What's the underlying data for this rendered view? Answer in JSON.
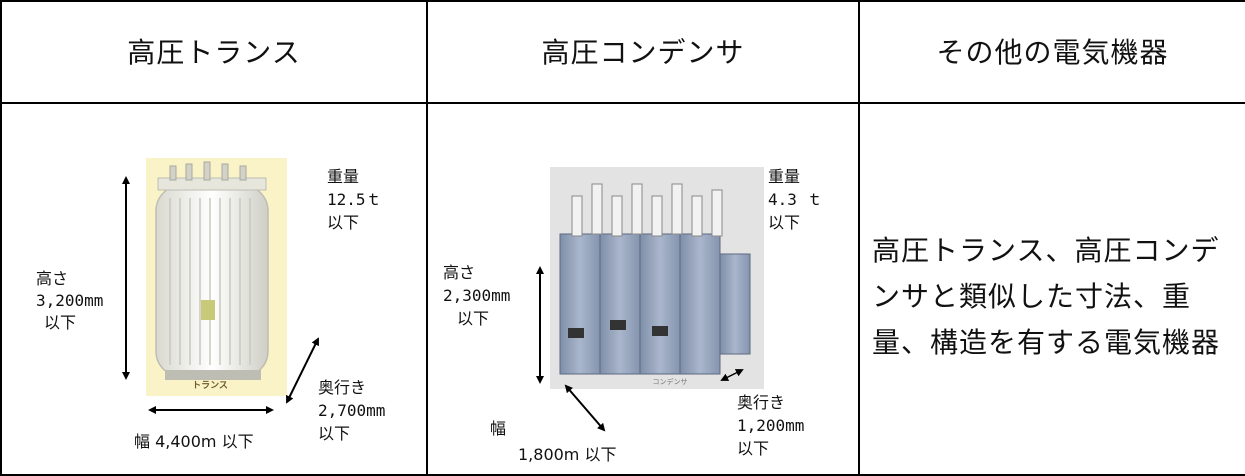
{
  "headers": {
    "transformer": "高圧トランス",
    "capacitor": "高圧コンデンサ",
    "other": "その他の電気機器"
  },
  "transformer": {
    "image_label": "トランス",
    "weight_label": "重量",
    "weight_value": "12.5ｔ",
    "weight_limit": "以下",
    "height_label": "高さ",
    "height_value": "3,200mm",
    "height_limit": "以下",
    "depth_label": "奥行き",
    "depth_value": "2,700mm",
    "depth_limit": "以下",
    "width_text": "幅 4,400m 以下"
  },
  "capacitor": {
    "image_label": "コンデンサ",
    "weight_label": "重量",
    "weight_value": "4.3 ｔ",
    "weight_limit": "以下",
    "height_label": "高さ",
    "height_value": "2,300mm",
    "height_limit": "以下",
    "depth_label": "奥行き",
    "depth_value": "1,200mm",
    "depth_limit": "以下",
    "width_label": "幅",
    "width_text": "1,800m 以下"
  },
  "other": {
    "description": "高圧トランス、高圧コンデンサと類似した寸法、重量、構造を有する電気機器"
  }
}
